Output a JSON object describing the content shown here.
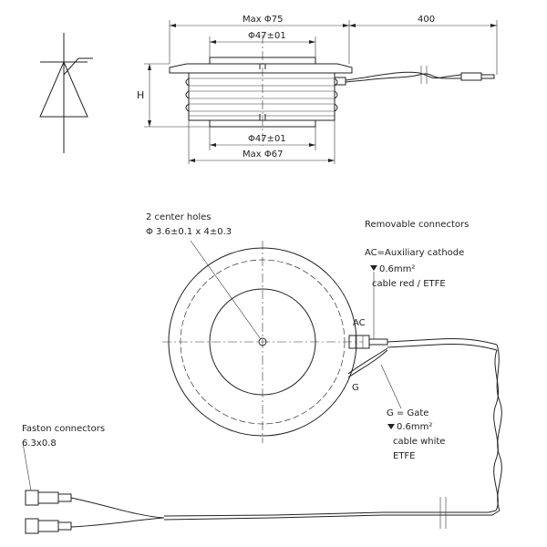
{
  "top_view": {
    "dim_max75": "Max Φ75",
    "dim_400": "400",
    "dim_phi47_top": "Φ47±01",
    "dim_h": "H",
    "dim_phi47_bottom": "Φ47±01",
    "dim_max67": "Max Φ67"
  },
  "plan_view": {
    "center_holes_line1": "2 center holes",
    "center_holes_line2": "Φ 3.6±0.1 x 4±0.3",
    "removable_connectors": "Removable connectors",
    "ac_title": "AC=Auxiliary cathode",
    "ac_size": "0.6mm²",
    "ac_cable": "cable red / ETFE",
    "ac_tag": "AC",
    "g_tag": "G",
    "g_title": "G = Gate",
    "g_size": "0.6mm²",
    "g_cable": "cable white",
    "g_material": "ETFE",
    "faston_line1": "Faston connectors",
    "faston_line2": "6.3x0.8"
  }
}
